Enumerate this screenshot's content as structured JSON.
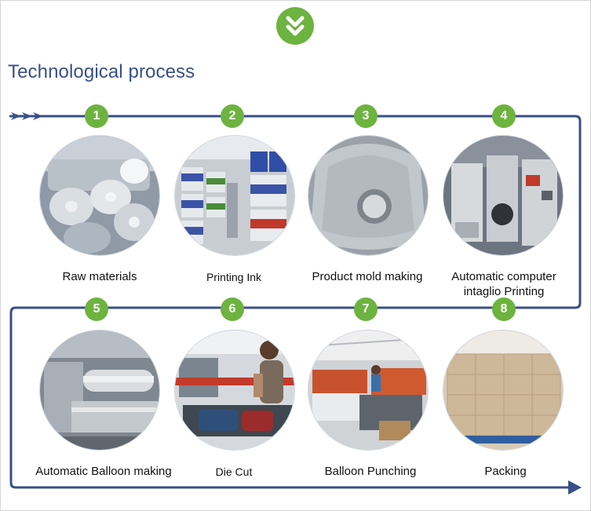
{
  "header": {
    "icon": "double-chevron-down-icon",
    "title": "Technological process"
  },
  "colors": {
    "accent_green": "#6db33f",
    "flow_line": "#3a4f88",
    "title": "#3a4f88"
  },
  "steps": [
    {
      "number": "1",
      "label": "Raw materials",
      "photo": "foil-rolls"
    },
    {
      "number": "2",
      "label": "Printing Ink",
      "photo": "ink-buckets"
    },
    {
      "number": "3",
      "label": "Product mold making",
      "photo": "metal-mold"
    },
    {
      "number": "4",
      "label": "Automatic computer intaglio Printing",
      "photo": "printing-machine"
    },
    {
      "number": "5",
      "label": "Automatic Balloon making",
      "photo": "balloon-machine"
    },
    {
      "number": "6",
      "label": "Die Cut",
      "photo": "die-cut-worker"
    },
    {
      "number": "7",
      "label": "Balloon Punching",
      "photo": "punching-workshop"
    },
    {
      "number": "8",
      "label": "Packing",
      "photo": "carton-boxes"
    }
  ]
}
